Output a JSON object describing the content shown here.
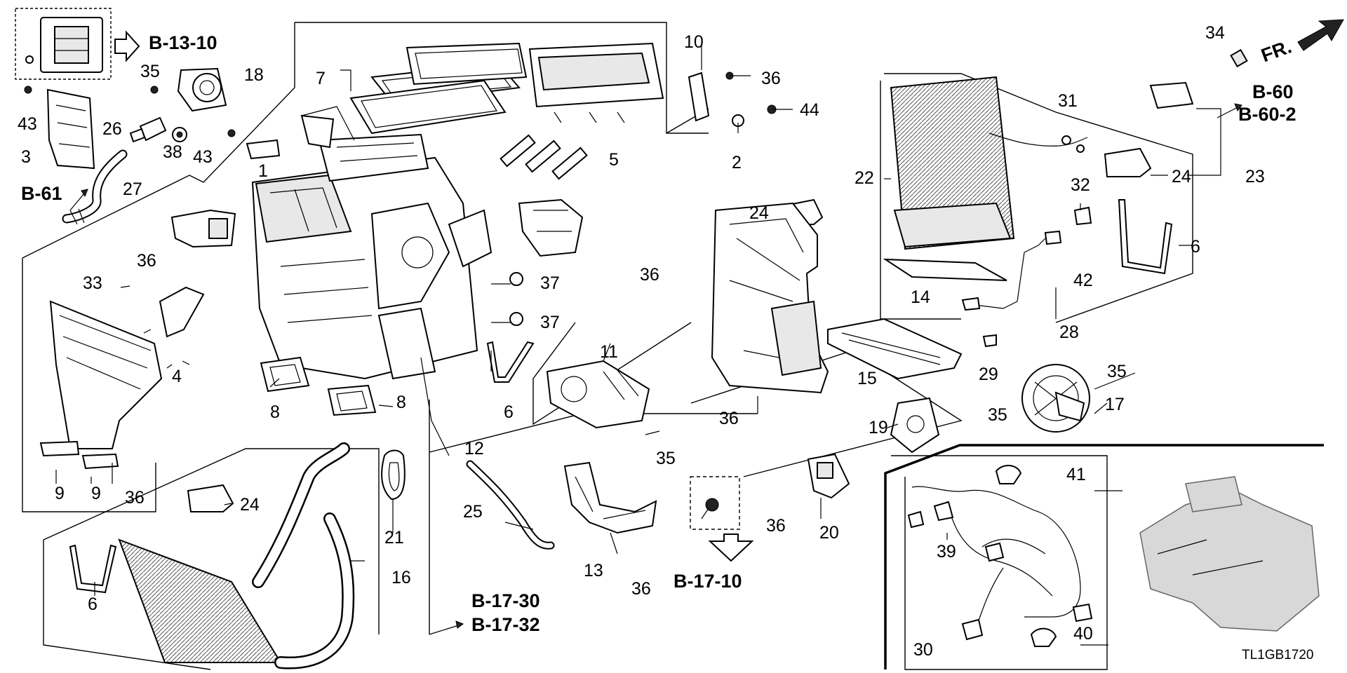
{
  "diagram_code": "TL1GB1720",
  "front_indicator": "FR.",
  "refs": {
    "b13_10": "B-13-10",
    "b61": "B-61",
    "b60": "B-60",
    "b60_2": "B-60-2",
    "b17_10": "B-17-10",
    "b17_30": "B-17-30",
    "b17_32": "B-17-32"
  },
  "part_numbers": {
    "p1": "1",
    "p2": "2",
    "p3": "3",
    "p4": "4",
    "p5": "5",
    "p6": "6",
    "p7": "7",
    "p8": "8",
    "p9": "9",
    "p10": "10",
    "p11": "11",
    "p12": "12",
    "p13": "13",
    "p14": "14",
    "p15": "15",
    "p16": "16",
    "p17": "17",
    "p18": "18",
    "p19": "19",
    "p20": "20",
    "p21": "21",
    "p22": "22",
    "p23": "23",
    "p24": "24",
    "p25": "25",
    "p26": "26",
    "p27": "27",
    "p28": "28",
    "p29": "29",
    "p30": "30",
    "p31": "31",
    "p32": "32",
    "p33": "33",
    "p34": "34",
    "p35": "35",
    "p36": "36",
    "p37": "37",
    "p38": "38",
    "p39": "39",
    "p40": "40",
    "p41": "41",
    "p42": "42",
    "p43": "43",
    "p44": "44"
  }
}
